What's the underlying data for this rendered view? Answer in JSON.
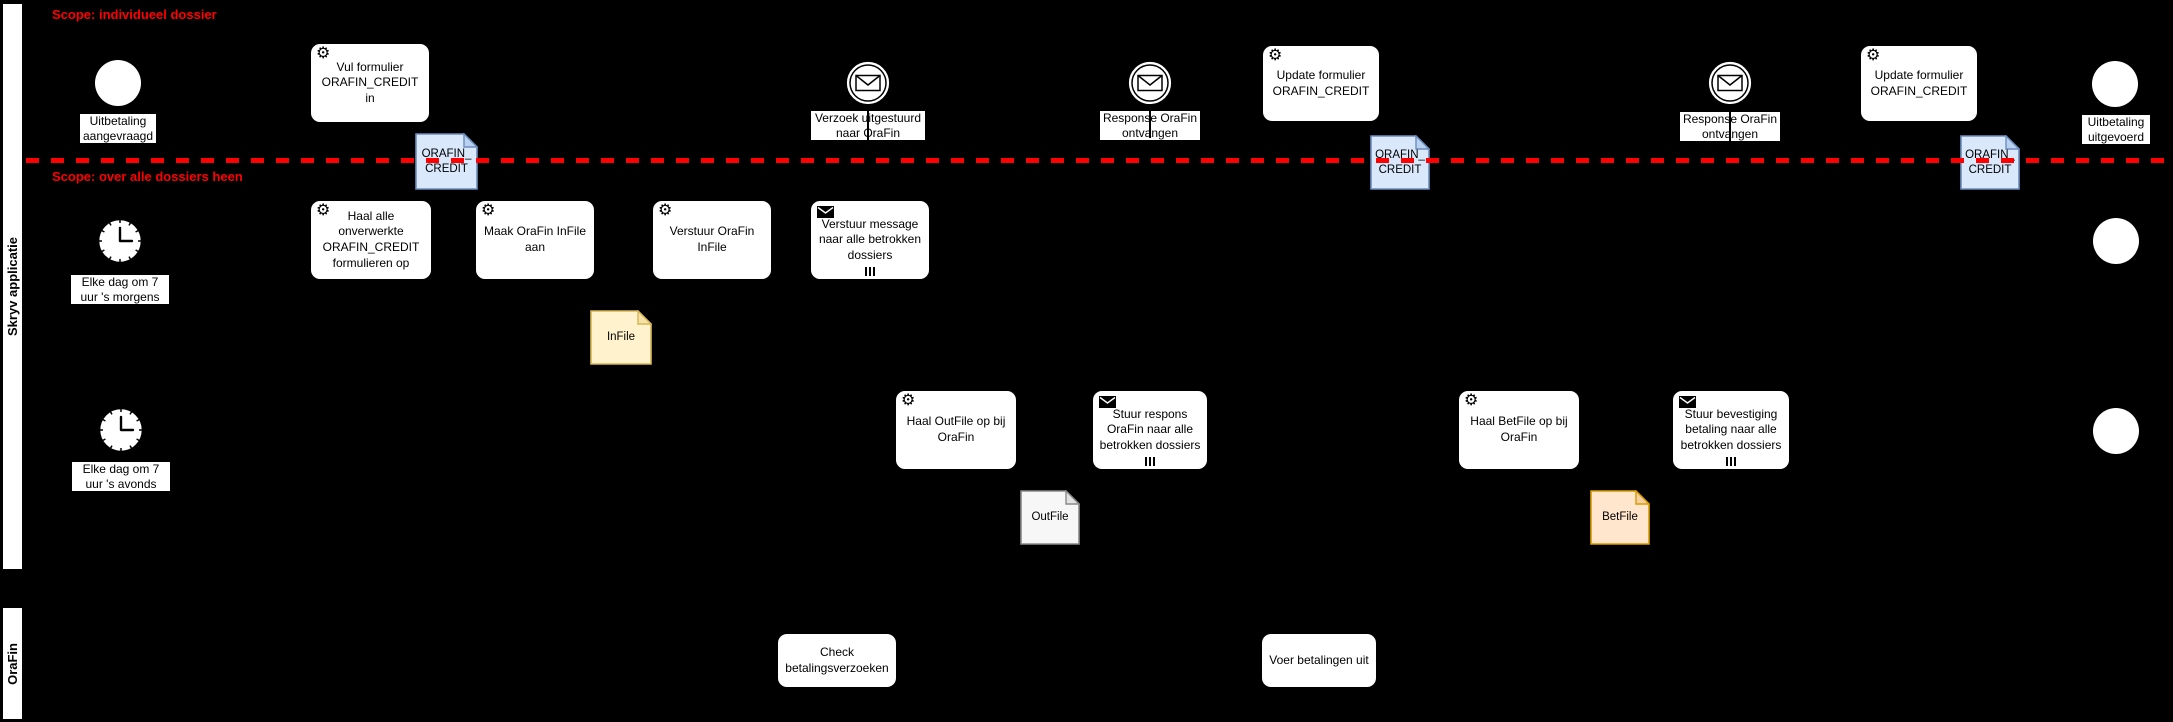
{
  "diagram": {
    "scope1_label": "Scope: individueel dossier",
    "scope2_label": "Scope: over alle dossiers heen",
    "scope_color": "#ff0000",
    "background": "#000000"
  },
  "lanes": {
    "lane1": "Skryv applicatie",
    "lane2": "OraFin"
  },
  "events": {
    "start1": "Uitbetaling aangevraagd",
    "msg1": "Verzoek uitgestuurd naar OraFin",
    "msg2": "Response OraFin ontvangen",
    "msg3": "Response OraFin ontvangen",
    "end1": "Uitbetaling uitgevoerd",
    "timer1": "Elke dag om 7 uur 's morgens",
    "timer2": "Elke dag om 7 uur 's avonds"
  },
  "tasks": {
    "t1": "Vul formulier ORAFIN_CREDIT in",
    "t2": "Update formulier ORAFIN_CREDIT",
    "t3": "Update formulier ORAFIN_CREDIT",
    "t4": "Haal alle onverwerkte ORAFIN_CREDIT formulieren op",
    "t5": "Maak OraFin InFile aan",
    "t6": "Verstuur OraFin InFile",
    "t7": "Verstuur message naar alle betrokken dossiers",
    "t8": "Haal OutFile op bij OraFin",
    "t9": "Stuur respons OraFin naar alle betrokken dossiers",
    "t10": "Haal BetFile op bij OraFin",
    "t11": "Stuur bevestiging betaling naar alle betrokken dossiers",
    "t12": "Check betalingsverzoeken",
    "t13": "Voer betalingen uit"
  },
  "data_objects": {
    "orafin_credit": {
      "line1": "ORAFIN_",
      "line2": "CREDIT",
      "fill": "#dae8fc",
      "border": "#6c8ebf"
    },
    "infile": {
      "label": "InFile",
      "fill": "#fff2cc",
      "border": "#d6b656"
    },
    "outfile": {
      "label": "OutFile",
      "fill": "#f7f7f7",
      "border": "#8a8a8a"
    },
    "betfile": {
      "label": "BetFile",
      "fill": "#ffe6cc",
      "border": "#d79b00"
    }
  }
}
